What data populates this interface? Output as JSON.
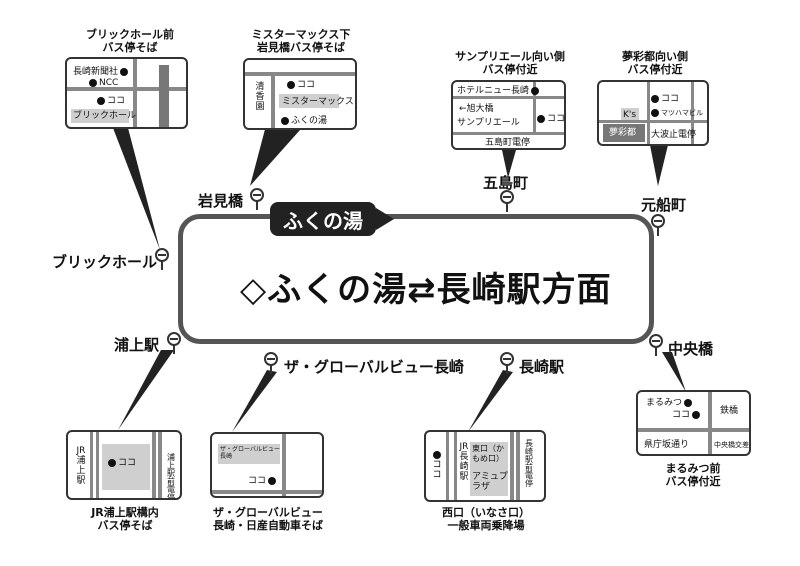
{
  "route": {
    "tag": "ふくの湯",
    "title": "◇ふくの湯⇄長崎駅方面"
  },
  "stops": {
    "iwamibashi": "岩見橋",
    "brickhall": "ブリックホール",
    "urakami": "浦上駅",
    "globalview": "ザ・グローバルビュー長崎",
    "nagasaki": "長崎駅",
    "chuobashi": "中央橋",
    "motofunamachi": "元船町",
    "gotomachi": "五島町"
  },
  "maps": {
    "brickhall": {
      "caption": [
        "ブリックホール前",
        "バス停そば"
      ],
      "labels": {
        "shinbun": "長崎新聞社",
        "ncc": "NCC",
        "koko": "ココ",
        "bld": "ブリックホール"
      }
    },
    "mister": {
      "caption": [
        "ミスターマックス下",
        "岩見橋バス停そば"
      ],
      "labels": {
        "koko": "ココ",
        "seikoen": "清香園",
        "mister": "ミスターマックス",
        "fukunoyu": "ふくの湯"
      }
    },
    "sunprie": {
      "caption": [
        "サンプリエール向い側",
        "バス停付近"
      ],
      "labels": {
        "hotel": "ホテルニュー長崎",
        "asahi": "←旭大橋",
        "sunprie": "サンプリエール",
        "koko": "ココ",
        "goto": "五島町電停"
      }
    },
    "yumesaito": {
      "caption": [
        "夢彩都向い側",
        "バス停付近"
      ],
      "labels": {
        "ks": "K's",
        "koko": "ココ",
        "mahoroba": "マツハマビル",
        "yume": "夢彩都",
        "ohato": "大波止電停"
      }
    },
    "chuobashi": {
      "caption": [
        "まるみつ前",
        "バス停付近"
      ],
      "labels": {
        "marumitsu": "まるみつ",
        "koko": "ココ",
        "tetsubashi": "鉄橋",
        "kencho": "県庁坂通り",
        "chuo": "中央橋交差点"
      }
    },
    "urakami": {
      "caption": [
        "JR浦上駅構内",
        "バス停そば"
      ],
      "labels": {
        "jr": "JR浦上駅",
        "koko": "ココ",
        "densha": "浦上駅前電停"
      }
    },
    "globalview": {
      "caption": [
        "ザ・グローバルビュー",
        "長崎・日産自動車そば"
      ],
      "labels": {
        "gv": "ザ・グローバルビュー長崎",
        "koko": "ココ"
      }
    },
    "nagasaki": {
      "caption": [
        "西口（いなさ口）",
        "一般車両乗降場"
      ],
      "labels": {
        "koko": "ココ",
        "jr": "JR長崎駅",
        "higashi": "東口（かもめ口）",
        "amu": "アミュプラザ",
        "densha": "長崎駅前電停"
      }
    }
  }
}
